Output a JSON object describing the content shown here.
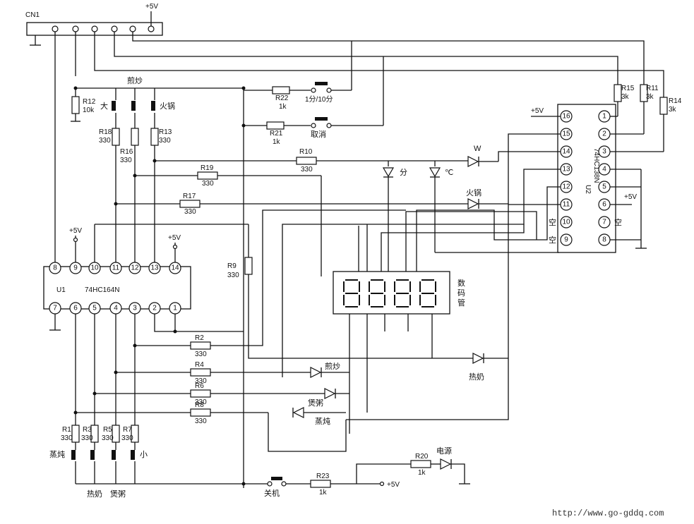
{
  "connector": {
    "label": "CN1",
    "vcc": "+5V"
  },
  "u1": {
    "name": "U1",
    "part": "74HC164N",
    "top_pins": [
      "8",
      "9",
      "10",
      "11",
      "12",
      "13",
      "14"
    ],
    "bottom_pins": [
      "7",
      "6",
      "5",
      "4",
      "3",
      "2",
      "1"
    ],
    "vcc_left": "+5V",
    "vcc_right": "+5V"
  },
  "u2": {
    "name": "U2",
    "part": "74HC138N",
    "left_pins": [
      "16",
      "15",
      "14",
      "13",
      "12",
      "11",
      "10",
      "9"
    ],
    "right_pins": [
      "1",
      "2",
      "3",
      "4",
      "5",
      "6",
      "7",
      "8"
    ],
    "vcc_top": "+5V",
    "vcc_side": "+5V",
    "nc_left_a": "空",
    "nc_left_b": "空",
    "nc_right": "空"
  },
  "resistors": {
    "r12": {
      "ref": "R12",
      "val": "10k"
    },
    "r18": {
      "ref": "R18",
      "val": "330"
    },
    "r16": {
      "ref": "R16",
      "val": "330"
    },
    "r13": {
      "ref": "R13",
      "val": "330"
    },
    "r22": {
      "ref": "R22",
      "val": "1k"
    },
    "r21": {
      "ref": "R21",
      "val": "1k"
    },
    "r10": {
      "ref": "R10",
      "val": "330"
    },
    "r19": {
      "ref": "R19",
      "val": "330"
    },
    "r17": {
      "ref": "R17",
      "val": "330"
    },
    "r9": {
      "ref": "R9",
      "val": "330"
    },
    "r2": {
      "ref": "R2",
      "val": "330"
    },
    "r4": {
      "ref": "R4",
      "val": "330"
    },
    "r6": {
      "ref": "R6",
      "val": "330"
    },
    "r8": {
      "ref": "R8",
      "val": "330"
    },
    "r1": {
      "ref": "R1",
      "val": "330"
    },
    "r3": {
      "ref": "R3",
      "val": "330"
    },
    "r5": {
      "ref": "R5",
      "val": "330"
    },
    "r7": {
      "ref": "R7",
      "val": "330"
    },
    "r15": {
      "ref": "R15",
      "val": "3k"
    },
    "r11": {
      "ref": "R11",
      "val": "3k"
    },
    "r14": {
      "ref": "R14",
      "val": "3k"
    },
    "r20": {
      "ref": "R20",
      "val": "1k"
    },
    "r23": {
      "ref": "R23",
      "val": "1k"
    }
  },
  "switches": {
    "jianchao": "煎炒",
    "da": "大",
    "huoguo": "火锅",
    "timer": "1分/10分",
    "cancel": "取消",
    "zhendun": "蒸炖",
    "xiao": "小",
    "renai": "热奶",
    "baozhou": "煲粥",
    "power_off": "关机"
  },
  "leds": {
    "w": "W",
    "fen": "分",
    "celsius": "℃",
    "huoguo": "火锅",
    "jianchao": "煎炒",
    "baozhou": "煲粥",
    "zhendun": "蒸炖",
    "renai": "热奶",
    "power": "电源"
  },
  "display": {
    "label": "数码管"
  },
  "power_net": {
    "vcc_r23": "+5V"
  },
  "url": "http://www.go-gddq.com"
}
